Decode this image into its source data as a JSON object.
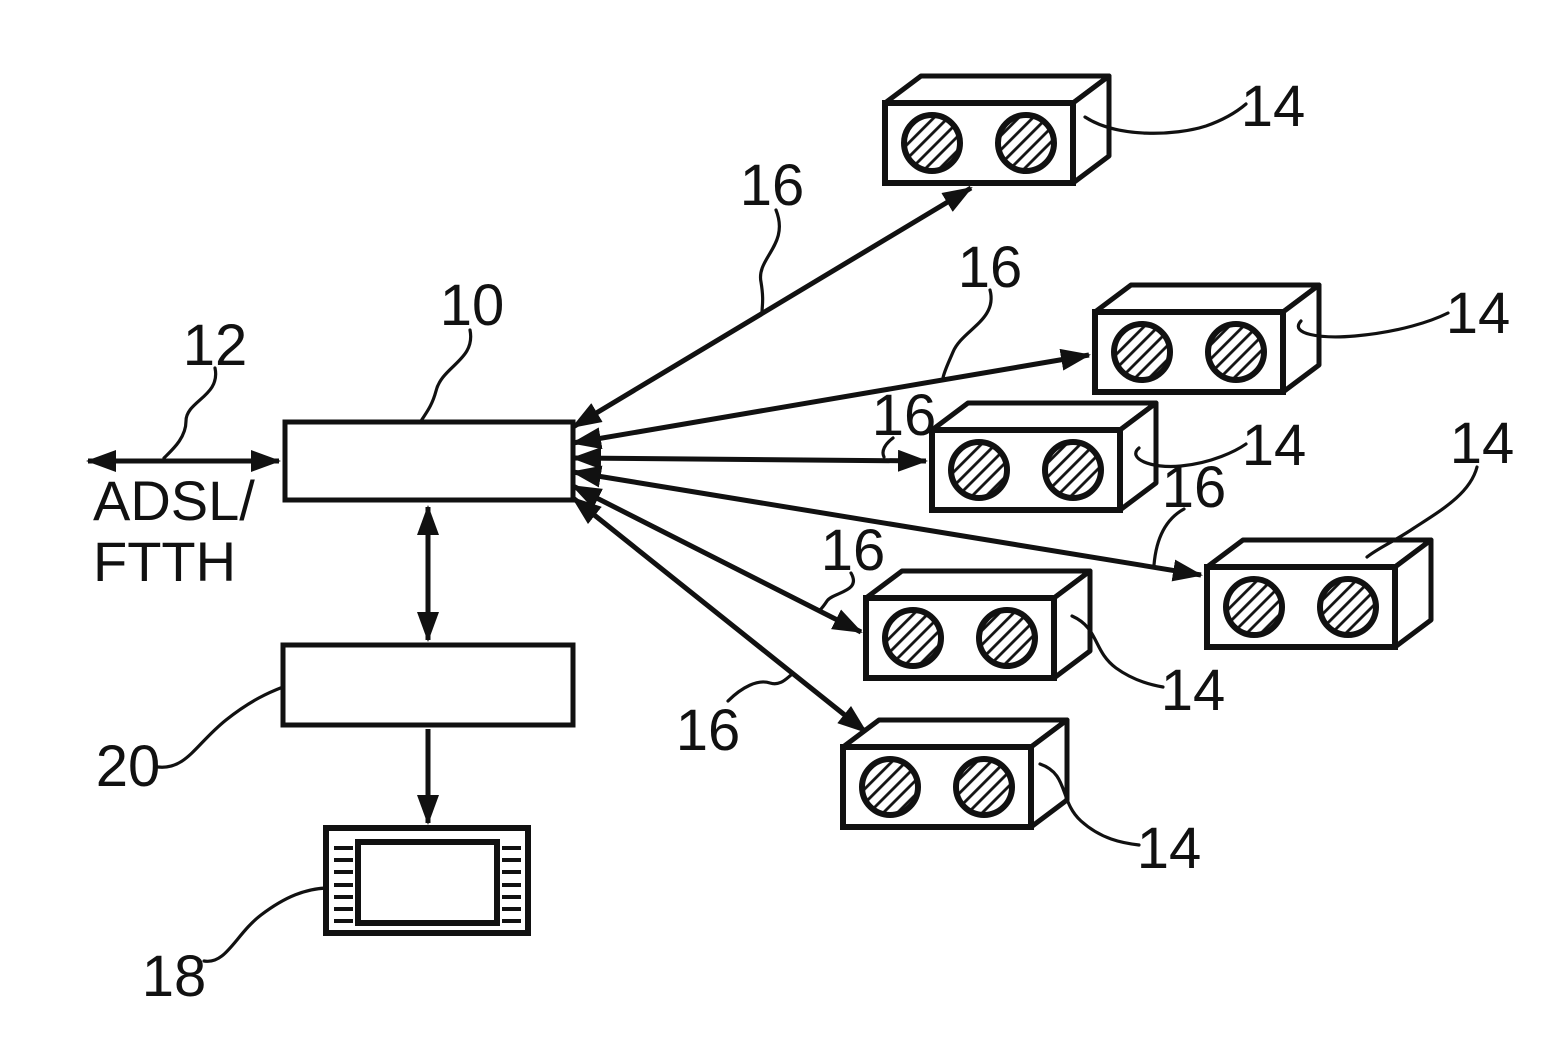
{
  "figure": {
    "kind": "patent-network-diagram",
    "labels": {
      "gateway": "10",
      "wan_link": "12",
      "speaker": "14",
      "wireless_link": "16",
      "display_device": "18",
      "controller": "20"
    },
    "wan": {
      "line1": "ADSL/",
      "line2": "FTTH"
    },
    "colors": {
      "ink": "#111111",
      "paper": "#ffffff"
    }
  }
}
